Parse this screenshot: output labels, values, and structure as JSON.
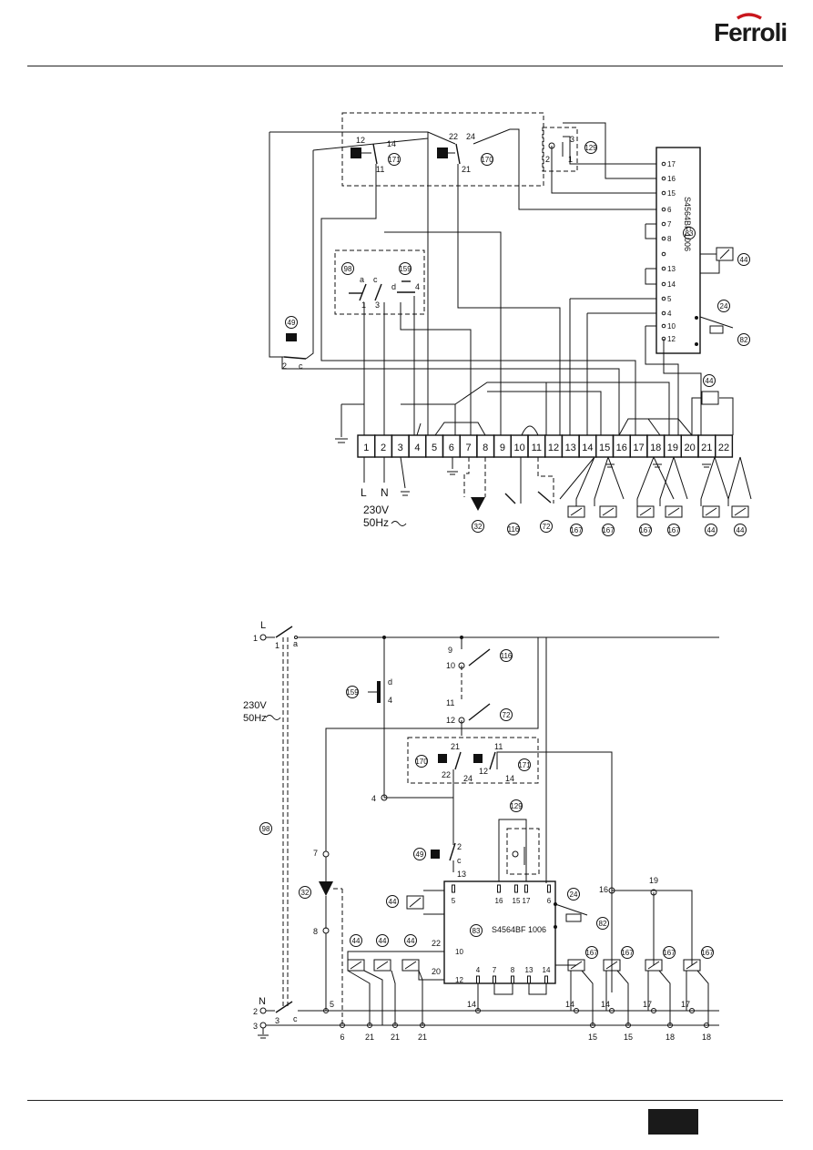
{
  "brand": {
    "name": "Ferroli"
  },
  "diagram1": {
    "terminals": [
      "1",
      "2",
      "3",
      "4",
      "5",
      "6",
      "7",
      "8",
      "9",
      "10",
      "11",
      "12",
      "13",
      "14",
      "15",
      "16",
      "17",
      "18",
      "19",
      "20",
      "21",
      "22"
    ],
    "supply": {
      "l": "L",
      "n": "N",
      "voltage": "230V",
      "freq": "50Hz"
    },
    "module": {
      "name": "S4564BF 1006",
      "ref": "83",
      "pins": [
        "17",
        "16",
        "15",
        "6",
        "7",
        "8",
        "",
        "13",
        "14",
        "5",
        "4",
        "10",
        "12"
      ]
    },
    "refs": [
      "171",
      "170",
      "129",
      "98",
      "159",
      "49",
      "44",
      "24",
      "82",
      "32",
      "116",
      "72",
      "167",
      "167",
      "167",
      "167",
      "44",
      "44",
      "44"
    ],
    "switch_labels": {
      "s12": "12",
      "s14": "14",
      "s11": "11",
      "s22": "22",
      "s24": "24",
      "s21": "21",
      "a": "a",
      "c": "c",
      "n1": "1",
      "n3": "3",
      "d": "d",
      "n4": "4",
      "n2": "2",
      "p3": "3",
      "p2": "2",
      "p1": "1"
    }
  },
  "diagram2": {
    "supply": {
      "l": "L",
      "n": "N",
      "voltage": "230V",
      "freq": "50Hz"
    },
    "module": {
      "name": "S4564BF 1006",
      "ref": "83"
    },
    "left_labels": [
      "1",
      "2",
      "3",
      "a",
      "c",
      "1",
      "3",
      "98"
    ],
    "node_labels": [
      "9",
      "10",
      "11",
      "12",
      "4",
      "7",
      "8",
      "5",
      "13",
      "22",
      "20",
      "16",
      "19",
      "21",
      "22",
      "24",
      "11",
      "12",
      "14"
    ],
    "module_pins_top": [
      "5",
      "16",
      "15",
      "17",
      "6"
    ],
    "module_pins_bottom": [
      "4",
      "7",
      "8",
      "13",
      "14"
    ],
    "module_pins_left": [
      "10",
      "12"
    ],
    "bottom_n_labels": [
      "5",
      "14",
      "14",
      "14",
      "17",
      "17"
    ],
    "bottom_ground_labels": [
      "6",
      "21",
      "21",
      "21",
      "15",
      "15",
      "18",
      "18"
    ],
    "refs": [
      "116",
      "72",
      "159",
      "170",
      "171",
      "129",
      "49",
      "44",
      "24",
      "82",
      "83",
      "32",
      "44",
      "44",
      "44",
      "167",
      "167",
      "167",
      "167",
      "98"
    ]
  }
}
